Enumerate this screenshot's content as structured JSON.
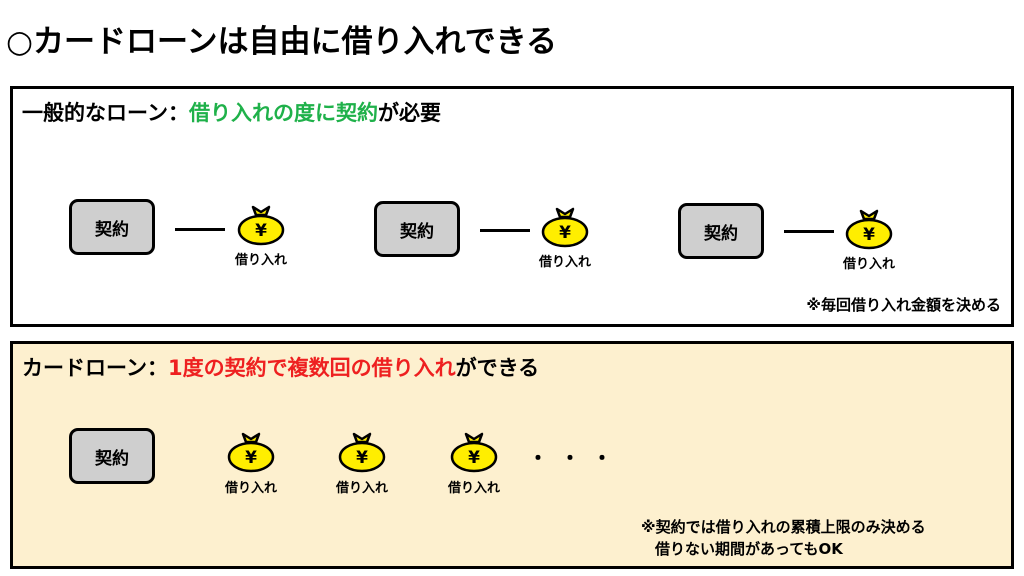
{
  "title": "○カードローンは自由に借り入れできる",
  "panel1": {
    "heading_prefix": "一般的なローン：",
    "heading_highlight": "借り入れの度に契約",
    "heading_suffix": "が必要",
    "contract_label": "契約",
    "loan_label": "借り入れ",
    "yen_symbol": "¥",
    "note": "※毎回借り入れ金額を決める"
  },
  "panel2": {
    "heading_prefix": "カードローン：",
    "heading_highlight": "1度の契約で複数回の借り入れ",
    "heading_suffix": "ができる",
    "contract_label": "契約",
    "loan_label": "借り入れ",
    "yen_symbol": "¥",
    "ellipsis": "・・・",
    "note_line1": "※契約では借り入れの累積上限のみ決める",
    "note_line2": "借りない期間があってもOK"
  },
  "colors": {
    "highlight_green": "#1fb14a",
    "highlight_red": "#ee2020",
    "bag_fill": "#ffee00",
    "contract_fill": "#cfcfcf",
    "panel2_bg": "#fdf0cf"
  }
}
